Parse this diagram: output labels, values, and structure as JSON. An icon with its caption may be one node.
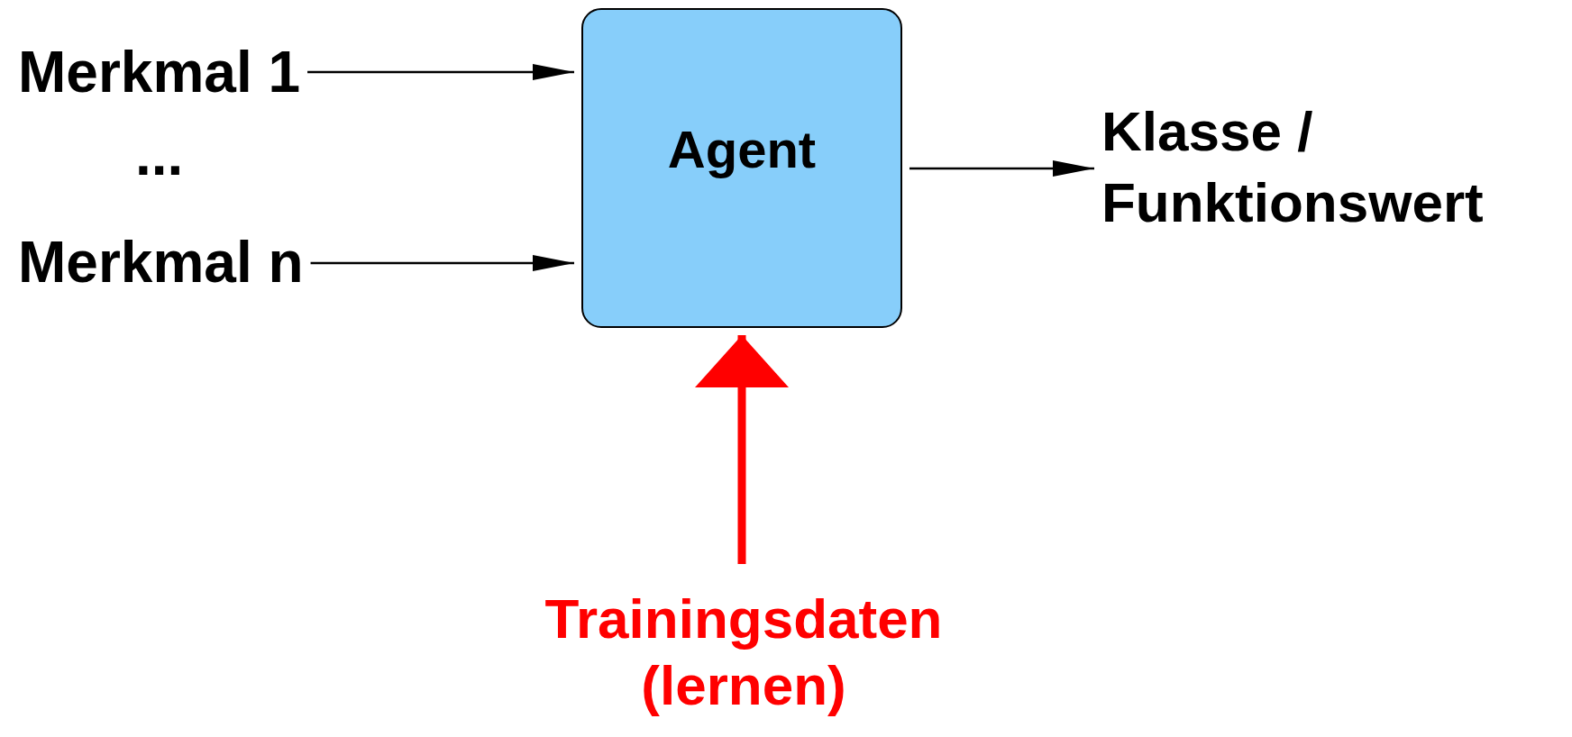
{
  "diagram": {
    "nodes": [
      {
        "text": [
          "Merkmal 1"
        ]
      },
      {
        "text": [
          "Merkmal n"
        ]
      },
      {
        "text": [
          "Agent"
        ]
      },
      {
        "text": [
          "Klasse / Funktionswert"
        ]
      },
      {
        "text": [
          "Trainingsdaten (lernen)"
        ]
      }
    ],
    "edges": [
      {
        "from": 0,
        "to": 2,
        "arrow": "to"
      },
      {
        "from": 1,
        "to": 2,
        "arrow": "to"
      },
      {
        "from": 2,
        "to": 3,
        "arrow": "to"
      },
      {
        "from": 4,
        "to": 2,
        "arrow": "to",
        "style": "thick",
        "color": "#ff0000"
      }
    ],
    "labels": [
      "..."
    ]
  }
}
